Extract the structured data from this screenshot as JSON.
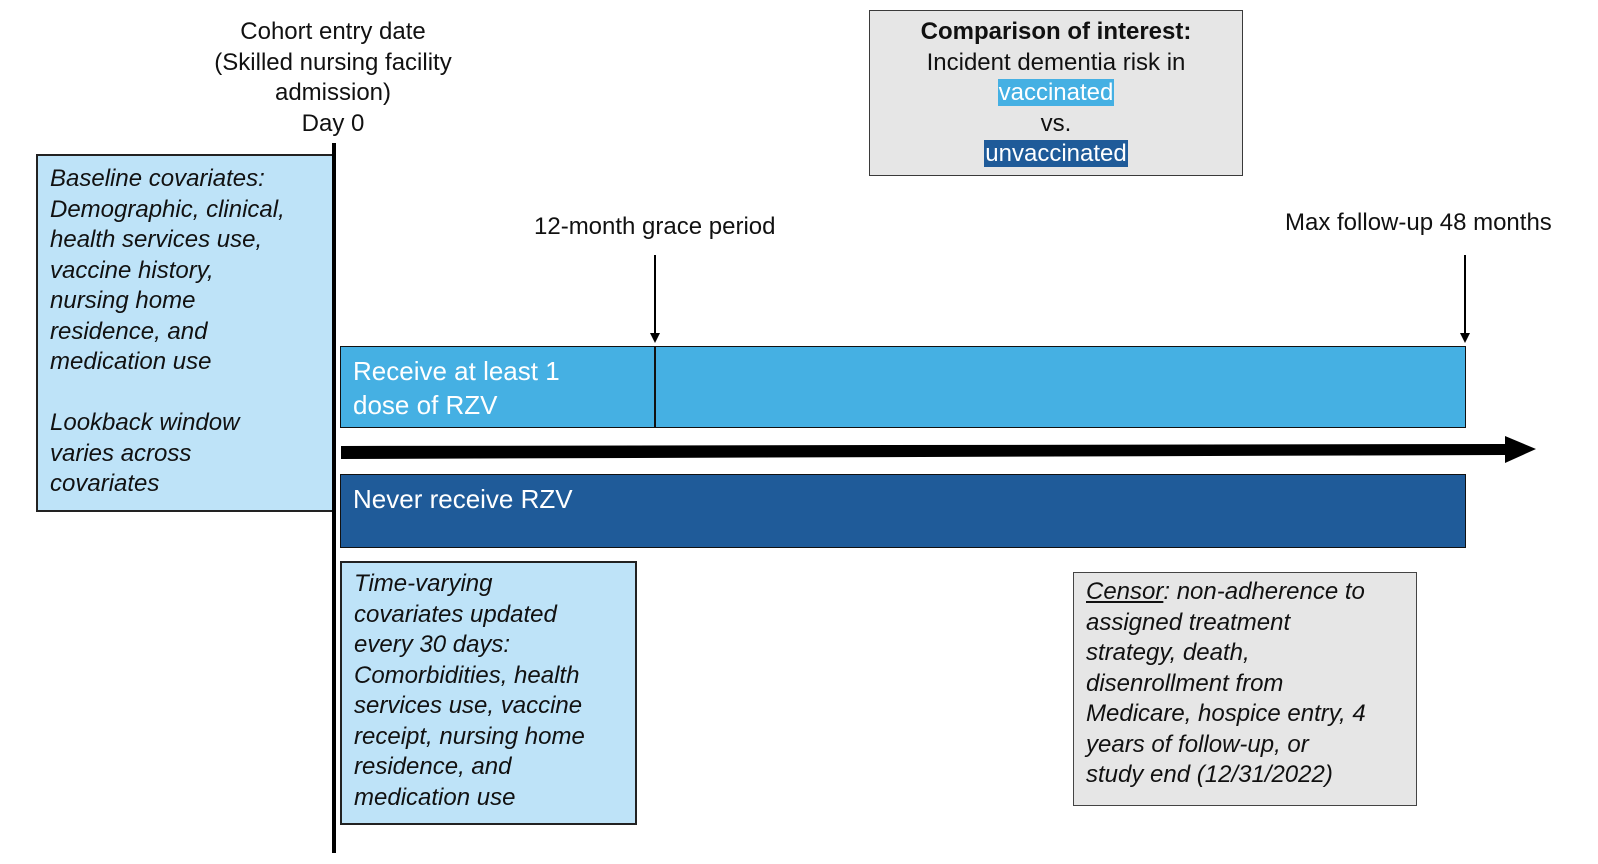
{
  "cohort_entry": {
    "line1": "Cohort entry date",
    "line2": "(Skilled nursing facility",
    "line3": "admission)",
    "line4": "Day 0"
  },
  "comparison": {
    "title": "Comparison of interest:",
    "line2": "Incident dementia risk in",
    "vaccinated": "vaccinated",
    "vs": "vs.",
    "unvaccinated": "unvaccinated"
  },
  "baseline": {
    "lines": [
      "Baseline covariates:",
      "Demographic, clinical,",
      "health services use,",
      "vaccine history,",
      "nursing home",
      "residence, and",
      "medication use"
    ],
    "lookback_lines": [
      "Lookback window",
      "varies across",
      "covariates"
    ]
  },
  "grace_period_label": "12-month grace period",
  "max_followup_label": "Max follow-up 48 months",
  "vaccinated_bar": {
    "line1": "Receive at least 1",
    "line2": "dose of RZV"
  },
  "unvaccinated_bar": {
    "label": "Never receive RZV"
  },
  "time_varying": {
    "lines": [
      "Time-varying",
      "covariates updated",
      "every 30 days:",
      "Comorbidities, health",
      "services use, vaccine",
      "receipt, nursing home",
      "residence, and",
      "medication use"
    ]
  },
  "censor": {
    "title": "Censor",
    "first_line_rest": ": non-adherence to",
    "lines": [
      "assigned treatment",
      "strategy, death,",
      "disenrollment from",
      "Medicare, hospice entry, 4",
      "years of follow-up, or",
      "study end (12/31/2022)"
    ]
  },
  "colors": {
    "vaccinated": "#45b0e3",
    "unvaccinated": "#1f5b99",
    "covariate_box": "#bee3f8",
    "note_box": "#e6e6e6"
  }
}
